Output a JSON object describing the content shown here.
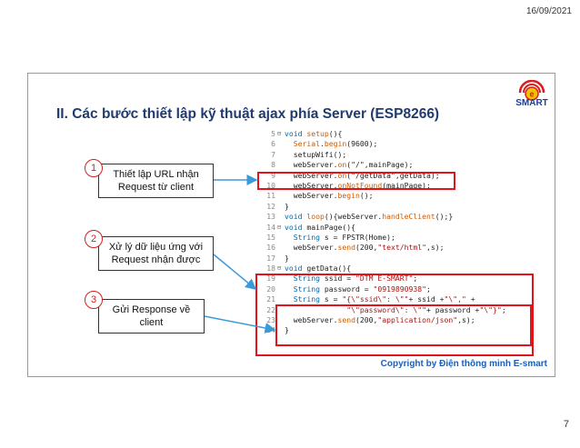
{
  "header": {
    "date": "16/09/2021"
  },
  "slide": {
    "title": "II. Các bước thiết lập kỹ thuật ajax phía Server (ESP8266)",
    "logo_text": "SMART",
    "copyright": "Copyright by Điện thông minh E-smart",
    "page_number": "7"
  },
  "callouts": [
    {
      "number": "1",
      "line1": "Thiết lập URL nhận",
      "line2": "Request từ client"
    },
    {
      "number": "2",
      "line1": "Xử lý dữ liệu ứng với",
      "line2": "Request nhận được"
    },
    {
      "number": "3",
      "line1": "Gửi Response về",
      "line2": "client"
    }
  ],
  "code": {
    "lines": [
      {
        "n": "5",
        "m": "⊟",
        "parts": [
          [
            "kw",
            "void "
          ],
          [
            "fn",
            "setup"
          ],
          [
            "t",
            "(){"
          ]
        ]
      },
      {
        "n": "6",
        "m": "",
        "parts": [
          [
            "t",
            "  "
          ],
          [
            "fn",
            "Serial"
          ],
          [
            "t",
            "."
          ],
          [
            "fn",
            "begin"
          ],
          [
            "t",
            "(9600);"
          ]
        ]
      },
      {
        "n": "7",
        "m": "",
        "parts": [
          [
            "t",
            "  setupWifi();"
          ]
        ]
      },
      {
        "n": "8",
        "m": "",
        "parts": [
          [
            "t",
            "  webServer."
          ],
          [
            "fn",
            "on"
          ],
          [
            "t",
            "(\"/\",mainPage);"
          ]
        ]
      },
      {
        "n": "9",
        "m": "",
        "parts": [
          [
            "t",
            "  webServer."
          ],
          [
            "fn",
            "on"
          ],
          [
            "t",
            "(\"/getData\",getData);"
          ]
        ]
      },
      {
        "n": "10",
        "m": "",
        "parts": [
          [
            "t",
            "  webServer."
          ],
          [
            "fn",
            "onNotFound"
          ],
          [
            "t",
            "(mainPage);"
          ]
        ]
      },
      {
        "n": "11",
        "m": "",
        "parts": [
          [
            "t",
            "  webServer."
          ],
          [
            "fn",
            "begin"
          ],
          [
            "t",
            "();"
          ]
        ]
      },
      {
        "n": "12",
        "m": "",
        "parts": [
          [
            "t",
            "}"
          ]
        ]
      },
      {
        "n": "13",
        "m": "",
        "parts": [
          [
            "kw",
            "void "
          ],
          [
            "fn",
            "loop"
          ],
          [
            "t",
            "(){webServer."
          ],
          [
            "fn",
            "handleClient"
          ],
          [
            "t",
            "();}"
          ]
        ]
      },
      {
        "n": "14",
        "m": "⊟",
        "parts": [
          [
            "kw",
            "void "
          ],
          [
            "t",
            "mainPage(){"
          ]
        ]
      },
      {
        "n": "15",
        "m": "",
        "parts": [
          [
            "t",
            "  "
          ],
          [
            "kw",
            "String"
          ],
          [
            "t",
            " s = FPSTR(Home);"
          ]
        ]
      },
      {
        "n": "16",
        "m": "",
        "parts": [
          [
            "t",
            "  webServer."
          ],
          [
            "fn",
            "send"
          ],
          [
            "t",
            "(200,"
          ],
          [
            "str",
            "\"text/html\""
          ],
          [
            "t",
            ",s);"
          ]
        ]
      },
      {
        "n": "17",
        "m": "",
        "parts": [
          [
            "t",
            "}"
          ]
        ]
      },
      {
        "n": "18",
        "m": "⊟",
        "parts": [
          [
            "kw",
            "void "
          ],
          [
            "t",
            "getData(){"
          ]
        ]
      },
      {
        "n": "19",
        "m": "",
        "parts": [
          [
            "t",
            "  "
          ],
          [
            "kw",
            "String"
          ],
          [
            "t",
            " ssid = "
          ],
          [
            "str",
            "\"DTM E-SMART\""
          ],
          [
            "t",
            ";"
          ]
        ]
      },
      {
        "n": "20",
        "m": "",
        "parts": [
          [
            "t",
            "  "
          ],
          [
            "kw",
            "String"
          ],
          [
            "t",
            " password = "
          ],
          [
            "str",
            "\"0919890938\""
          ],
          [
            "t",
            ";"
          ]
        ]
      },
      {
        "n": "21",
        "m": "",
        "parts": [
          [
            "t",
            "  "
          ],
          [
            "kw",
            "String"
          ],
          [
            "t",
            " s = "
          ],
          [
            "str",
            "\"{\\\"ssid\\\": \\\"\""
          ],
          [
            "t",
            "+ ssid +"
          ],
          [
            "str",
            "\"\\\",\""
          ],
          [
            "t",
            " +"
          ]
        ]
      },
      {
        "n": "22",
        "m": "",
        "parts": [
          [
            "t",
            "              "
          ],
          [
            "str",
            "\"\\\"password\\\": \\\"\""
          ],
          [
            "t",
            "+ password +"
          ],
          [
            "str",
            "\"\\\"}\""
          ],
          [
            "t",
            ";"
          ]
        ]
      },
      {
        "n": "23",
        "m": "",
        "parts": [
          [
            "t",
            "  webServer."
          ],
          [
            "fn",
            "send"
          ],
          [
            "t",
            "(200,"
          ],
          [
            "str",
            "\"application/json\""
          ],
          [
            "t",
            ",s);"
          ]
        ]
      },
      {
        "n": "24",
        "m": "",
        "parts": [
          [
            "t",
            "}"
          ]
        ]
      }
    ]
  },
  "colors": {
    "title": "#1f3b6e",
    "highlight": "#e0141a",
    "arrow": "#3a9ad9",
    "copyright": "#1a5fb8"
  }
}
